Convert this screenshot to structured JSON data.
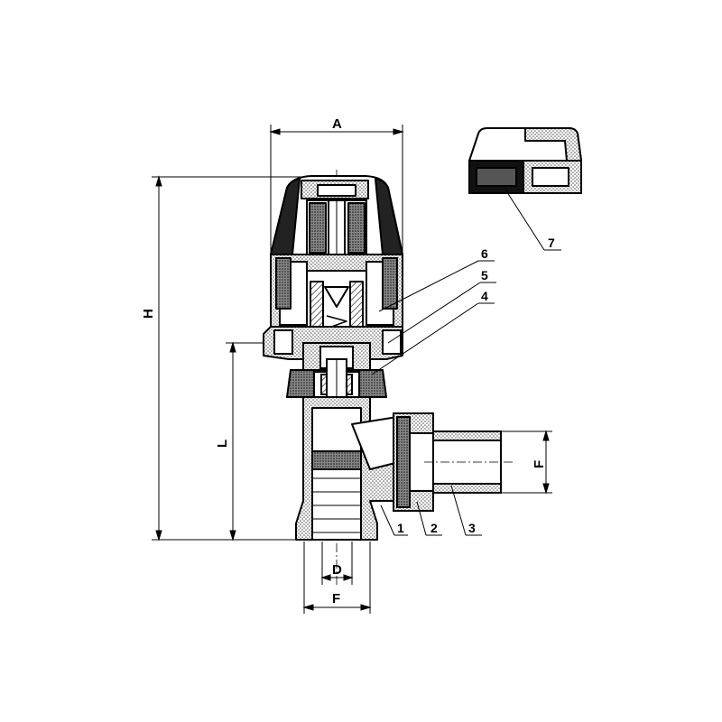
{
  "dimensions": {
    "A": "A",
    "H": "H",
    "L": "L",
    "D": "D",
    "F_bottom": "F",
    "F_side": "F"
  },
  "callouts": [
    "1",
    "2",
    "3",
    "4",
    "5",
    "6",
    "7"
  ],
  "colors": {
    "line": "#000000",
    "hatch_light": "#bdbdbd",
    "hatch_dark": "#3a3a3a",
    "background": "#ffffff"
  }
}
